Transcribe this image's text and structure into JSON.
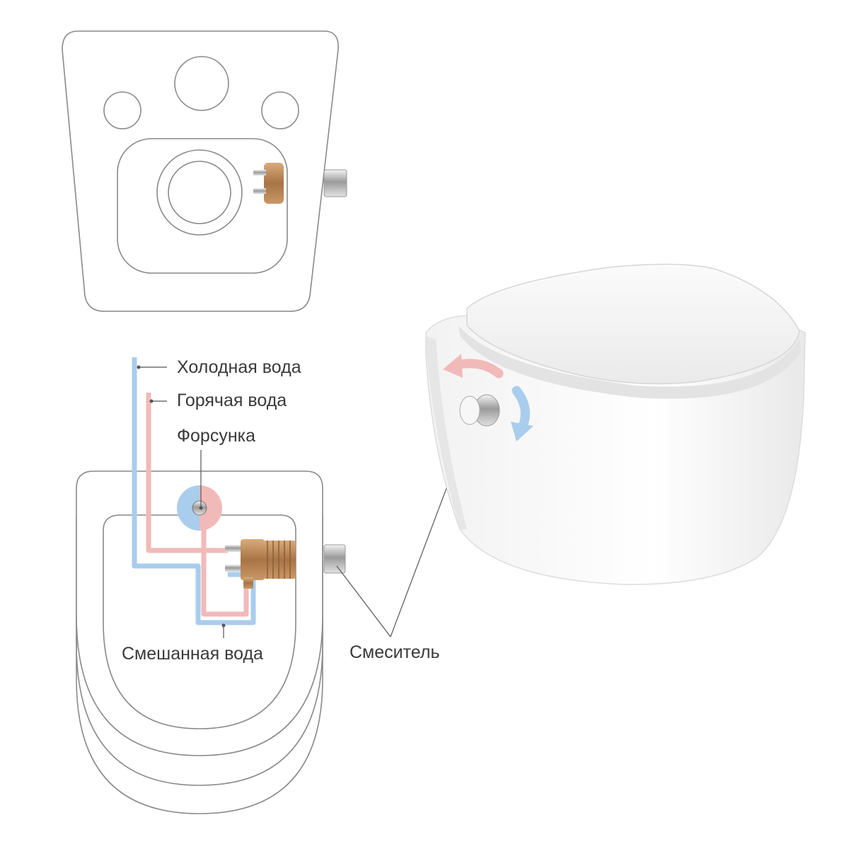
{
  "labels": {
    "cold_water": "Холодная вода",
    "hot_water": "Горячая вода",
    "nozzle": "Форсунка",
    "mixed_water": "Смешанная вода",
    "mixer": "Смеситель"
  },
  "colors": {
    "cold": "#a9cdec",
    "hot": "#f2b9b9",
    "brass": "#b8875a",
    "chrome": "#c9c9c9",
    "outline": "#8a8a8a",
    "leader": "#555555"
  },
  "icons": {
    "arrow_hot": "curved-arrow-left-icon",
    "arrow_cold": "curved-arrow-down-icon"
  }
}
